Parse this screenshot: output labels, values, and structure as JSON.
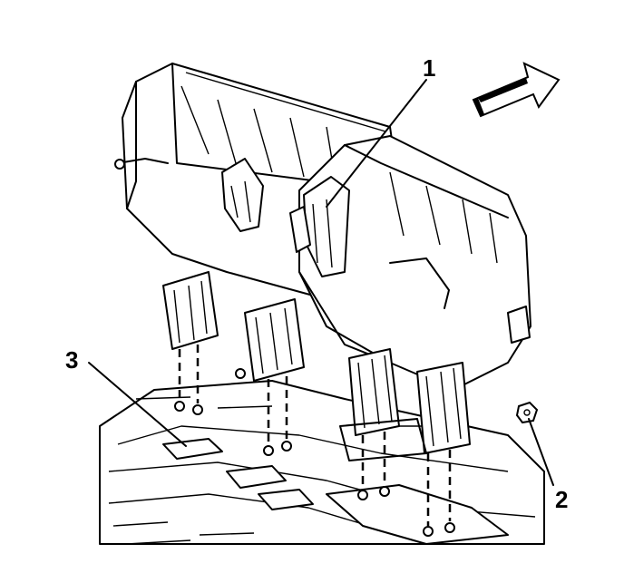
{
  "callouts": [
    {
      "id": "1",
      "label": "1"
    },
    {
      "id": "2",
      "label": "2"
    },
    {
      "id": "3",
      "label": "3"
    }
  ],
  "colors": {
    "ink": "#000000",
    "paper": "#ffffff"
  },
  "icons": {
    "direction_arrow": "forward-arrow-icon"
  }
}
